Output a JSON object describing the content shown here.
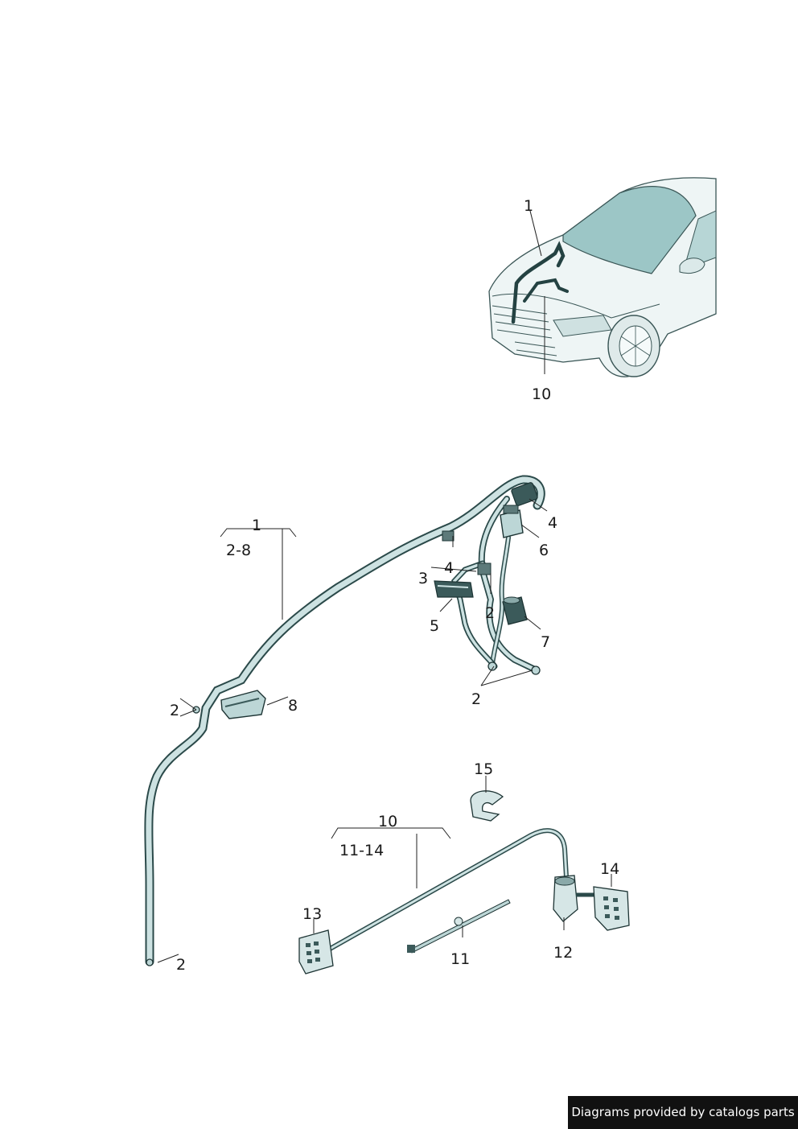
{
  "labels": {
    "car_1": "1",
    "car_10": "10",
    "main_1": "1",
    "main_2_8": "2-8",
    "l_3": "3",
    "l_4a": "4",
    "l_4b": "4",
    "l_5": "5",
    "l_6": "6",
    "l_7": "7",
    "l_8": "8",
    "l_2a": "2",
    "l_2b": "2",
    "l_2c": "2",
    "l_2d": "2",
    "l_10": "10",
    "l_11_14": "11-14",
    "l_11": "11",
    "l_12": "12",
    "l_13": "13",
    "l_14": "14",
    "l_15": "15"
  },
  "footer": {
    "text": "Diagrams provided by catalogs parts"
  },
  "colors": {
    "cable_dark": "#2b4a4a",
    "cable_light": "#c5dede",
    "car_glass": "#8fbdbd",
    "car_body": "#e6f0f0",
    "line": "#222222",
    "footer_bg": "#111111"
  }
}
